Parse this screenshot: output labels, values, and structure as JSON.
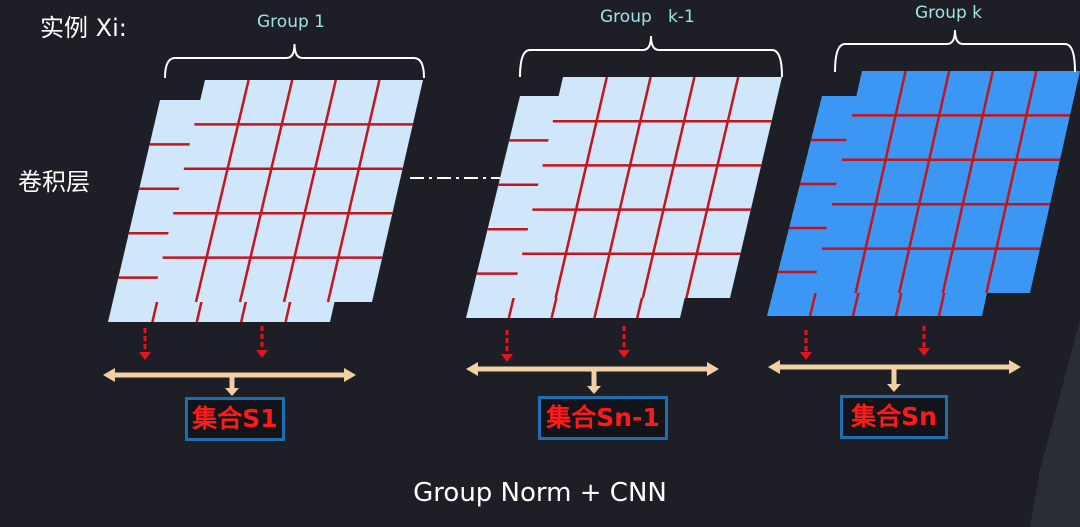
{
  "instance_label": "实例 Xi:",
  "layer_label": "卷积层",
  "footer": "Group Norm + CNN",
  "colors": {
    "background": "#1e1e26",
    "grid_light": "#cfe6fb",
    "grid_blue": "#3c97f4",
    "grid_lines": "#c4141c",
    "arrow_red": "#e0161e",
    "connector": "#f2d0a4",
    "box_border": "#1f6fb0",
    "set_text": "#ff1a1a",
    "group_text": "#9fe3e6"
  },
  "groups": [
    {
      "name": "Group 1",
      "set_label": "集合S1",
      "style": "light"
    },
    {
      "name": "Group   k-1",
      "set_label": "集合Sn-1",
      "style": "light"
    },
    {
      "name": "Group k",
      "set_label": "集合Sn",
      "style": "blue"
    }
  ]
}
